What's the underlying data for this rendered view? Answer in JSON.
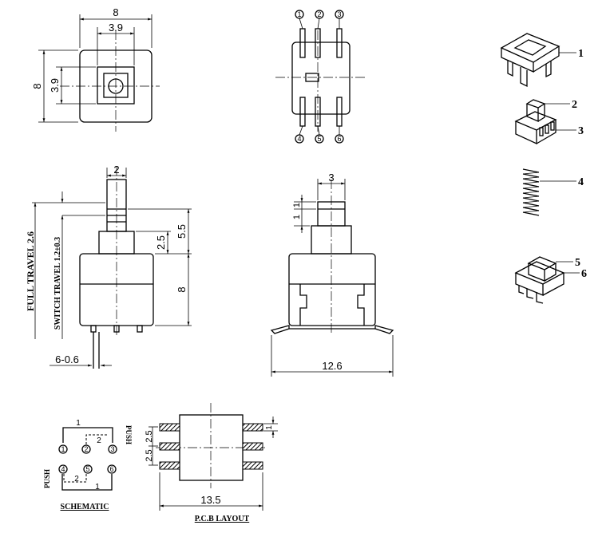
{
  "top_view": {
    "width": "8",
    "inner_width": "3.9",
    "height": "8",
    "inner_height": "3.9"
  },
  "bottom_view": {
    "pins_top": [
      "1",
      "2",
      "3"
    ],
    "pins_bottom": [
      "4",
      "5",
      "6"
    ]
  },
  "exploded_view": {
    "part_numbers": [
      "1",
      "2",
      "3",
      "4",
      "5",
      "6"
    ]
  },
  "side_view": {
    "plunger_width": "2",
    "dim_5_5": "5.5",
    "dim_2_5": "2.5",
    "dim_8": "8",
    "pin_pitch": "6-0.6",
    "full_travel": "FULL TRAVEL 2.6",
    "switch_travel": "SWITCH TRAVEL 1.2±0.3"
  },
  "front_view": {
    "plunger_width": "3",
    "dim_a": "1",
    "dim_b": "1",
    "overall_width": "12.6"
  },
  "schematic": {
    "caption": "SCHEMATIC",
    "push_label": "PUSH",
    "pins_top": [
      "1",
      "2",
      "3"
    ],
    "pins_bottom": [
      "4",
      "5",
      "6"
    ],
    "conn_top_outer": "1",
    "conn_top_inner": "2",
    "conn_bottom_inner": "2",
    "conn_bottom_outer": "1"
  },
  "pcb_layout": {
    "caption": "P.C.B LAYOUT",
    "pitch_a": "2.5",
    "pitch_b": "2.5",
    "pad_width": "1",
    "overall_width": "13.5"
  }
}
